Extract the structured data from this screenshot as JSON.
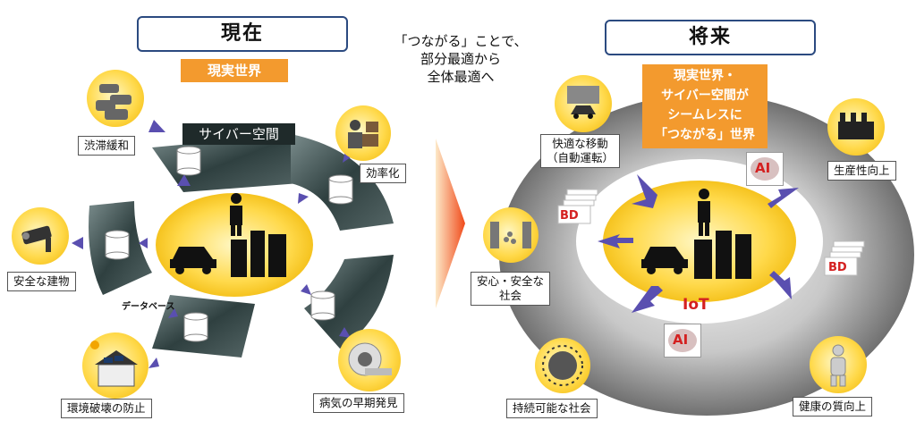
{
  "left": {
    "header": "現在",
    "real_world_tag": "現実世界",
    "cyber_tag": "サイバー空間",
    "database_label": "データベース",
    "labels": {
      "congestion": "渋滞緩和",
      "efficiency": "効率化",
      "safe_building": "安全な建物",
      "environment": "環境破壊の防止",
      "disease": "病気の早期発見"
    }
  },
  "middle": {
    "line1": "「つながる」ことで、",
    "line2": "部分最適から",
    "line3": "全体最適へ"
  },
  "right": {
    "header": "将来",
    "tag_line1": "現実世界・",
    "tag_line2": "サイバー空間が",
    "tag_line3": "シームレスに",
    "tag_line4": "「つながる」世界",
    "iot_label": "IoT",
    "ai_label": "AI",
    "bd_label": "BD",
    "labels": {
      "mobility_line1": "快適な移動",
      "mobility_line2": "（自動運転）",
      "productivity": "生産性向上",
      "safety_line1": "安心・安全な",
      "safety_line2": "社会",
      "sustainable": "持続可能な社会",
      "health": "健康の質向上"
    }
  },
  "colors": {
    "header_border": "#2b4a80",
    "orange": "#f39a2e",
    "cyber_dark": "#2f4040",
    "arrow_purple": "#5a4fb0",
    "yellow": "#ffd94a",
    "red_text": "#d42020"
  }
}
